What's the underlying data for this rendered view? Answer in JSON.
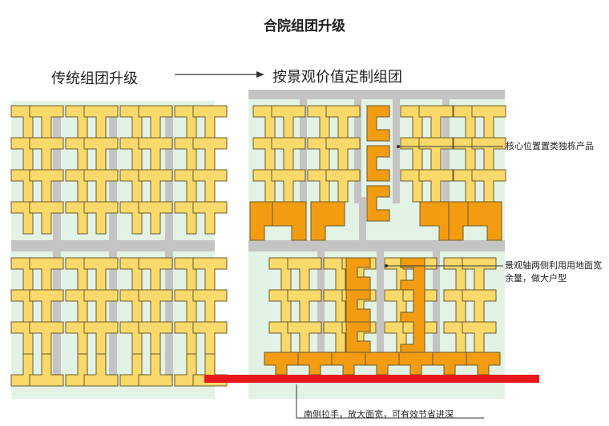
{
  "title": "合院组团升级",
  "left_label": "传统组团升级",
  "right_label": "按景观价值定制组团",
  "annotations": {
    "core": "核心位置置类独栋产品",
    "axis": "景观轴两侧利用用地面宽余量，做大户型",
    "south": "南侧拉手，放大面宽，可有效节省进深"
  },
  "colors": {
    "background_green": "#e2f2e5",
    "road_gray": "#c4c4c4",
    "standard_unit": "#f9d96a",
    "large_unit": "#f39c12",
    "south_link": "#e8191c"
  }
}
